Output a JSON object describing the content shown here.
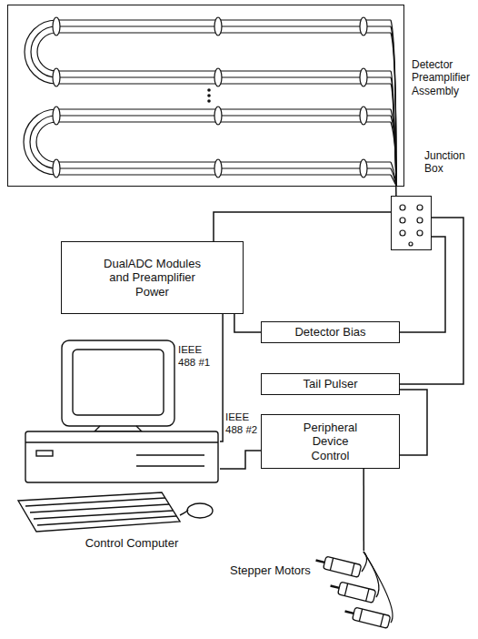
{
  "diagram": {
    "nodes": [
      {
        "text": [
          "Detector Preamplifier Assembly"
        ]
      },
      {
        "text": [
          "Junction Box"
        ]
      },
      {
        "text": [
          "DualADC Modules and Preamplifier Power"
        ]
      },
      {
        "text": [
          "Detector Bias"
        ]
      },
      {
        "text": [
          "Tail Pulser"
        ]
      },
      {
        "text": [
          "Peripheral Device Control"
        ]
      },
      {
        "text": [
          "Control Computer"
        ]
      },
      {
        "text": [
          "Stepper Motors"
        ]
      }
    ],
    "edges": [
      {
        "from": 0,
        "to": 1,
        "arrow": "none"
      },
      {
        "from": 1,
        "to": 2,
        "arrow": "none"
      },
      {
        "from": 1,
        "to": 3,
        "arrow": "none"
      },
      {
        "from": 1,
        "to": 4,
        "arrow": "none"
      },
      {
        "from": 2,
        "to": 3,
        "arrow": "none"
      },
      {
        "from": 2,
        "to": 6,
        "label": "IEEE 488 #1",
        "arrow": "none"
      },
      {
        "from": 6,
        "to": 5,
        "label": "IEEE 488 #2",
        "arrow": "none"
      },
      {
        "from": 4,
        "to": 5,
        "arrow": "none"
      },
      {
        "from": 5,
        "to": 7,
        "arrow": "none"
      }
    ]
  }
}
